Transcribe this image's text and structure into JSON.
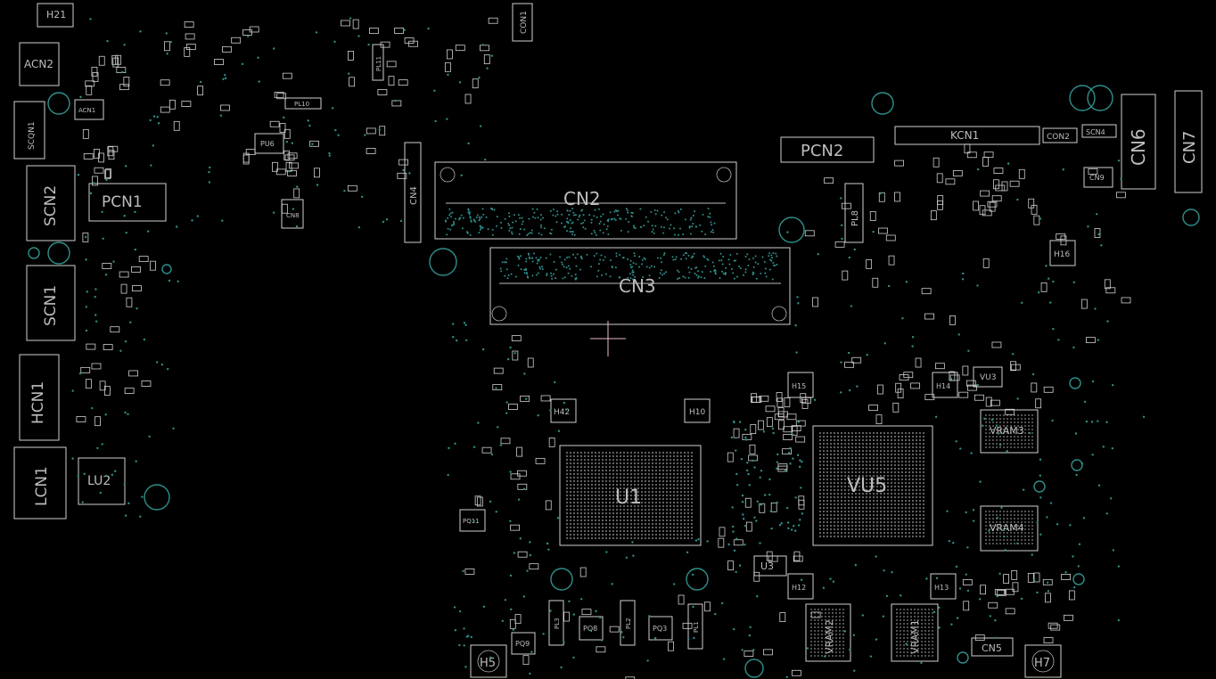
{
  "components": {
    "H21": "H21",
    "ACN2": "ACN2",
    "SCQN1": "SCQN1",
    "ACN1": "ACN1",
    "SCN2": "SCN2",
    "PCN1": "PCN1",
    "SCN1": "SCN1",
    "HCN1": "HCN1",
    "LCN1": "LCN1",
    "LU2": "LU2",
    "CON1": "CON1",
    "PL10": "PL10",
    "PL11": "PL11",
    "PU6": "PU6",
    "CN8": "CN8",
    "CN4": "CN4",
    "CN2": "CN2",
    "CN3": "CN3",
    "PCN2": "PCN2",
    "KCN1": "KCN1",
    "CON2": "CON2",
    "SCN4": "SCN4",
    "CN6": "CN6",
    "CN7": "CN7",
    "CN9": "CN9",
    "PL8": "PL8",
    "H16": "H16",
    "H42": "H42",
    "H10": "H10",
    "H15": "H15",
    "H14": "H14",
    "VU3": "VU3",
    "U1": "U1",
    "VU5": "VU5",
    "VRAM3": "VRAM3",
    "VRAM4": "VRAM4",
    "VRAM2": "VRAM2",
    "VRAM1": "VRAM1",
    "U3": "U3",
    "H12": "H12",
    "H13": "H13",
    "PQ11": "PQ11",
    "PQ9": "PQ9",
    "PQ8": "PQ8",
    "PQ3": "PQ3",
    "PL3": "PL3",
    "PL2": "PL2",
    "PL1": "PL1",
    "H5": "H5",
    "H7": "H7",
    "CN5": "CN5"
  },
  "colors": {
    "background": "#000000",
    "outline": "#cfcfcf",
    "pad": "#2f8f8a",
    "marker": "#e8b8c8"
  }
}
